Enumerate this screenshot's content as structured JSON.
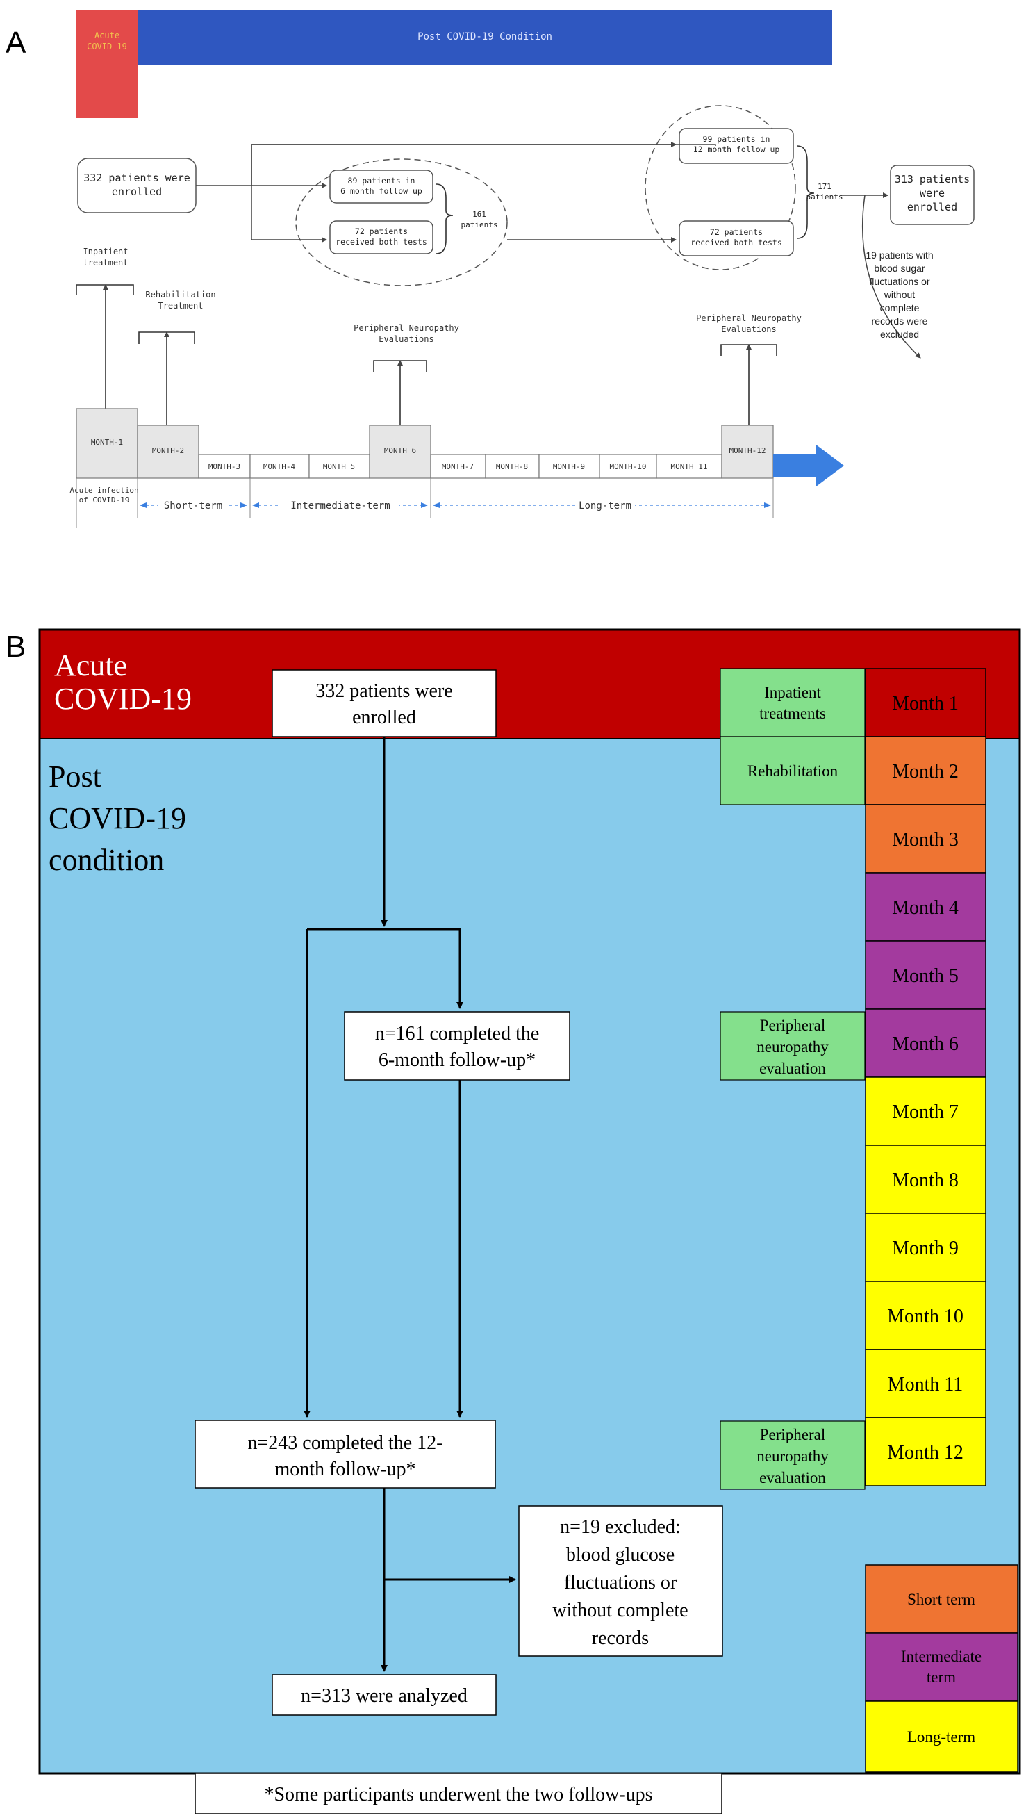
{
  "panel_a": {
    "label": "A",
    "acute_label": "Acute\nCOVID-19",
    "post_label": "Post COVID-19 Condition",
    "enrolled": "332 patients were\nenrolled",
    "six_month_followup": "89 patients in\n6 month follow up",
    "six_month_both": "72 patients\nreceived both tests",
    "six_month_total": "161\npatients",
    "twelve_month_followup": "99 patients in\n12 month follow up",
    "twelve_month_both": "72 patients\nreceived both tests",
    "twelve_month_total": "171\npatients",
    "final_enrolled": "313 patients\nwere\nenrolled",
    "excluded": "19 patients with\nblood sugar\nfluctuations or\nwithout\ncomplete\nrecords were\nexcluded",
    "annotations": {
      "inpatient": "Inpatient\ntreatment",
      "rehab": "Rehabilitation\nTreatment",
      "pn_6": "Peripheral Neuropathy\nEvaluations",
      "pn_12": "Peripheral Neuropathy\nEvaluations"
    },
    "months": [
      "MONTH-1",
      "MONTH-2",
      "MONTH-3",
      "MONTH-4",
      "MONTH 5",
      "MONTH 6",
      "MONTH-7",
      "MONTH-8",
      "MONTH-9",
      "MONTH-10",
      "MONTH 11",
      "MONTH-12"
    ],
    "acute_infection": "Acute infection\nof COVID-19",
    "terms": {
      "short": "Short-term",
      "intermediate": "Intermediate-term",
      "long": "Long-term"
    },
    "colors": {
      "acute": "#e34a4a",
      "post": "#2f57c0",
      "acute_text": "#f2c14e",
      "arrow": "#3a7fe0"
    }
  },
  "panel_b": {
    "label": "B",
    "acute_title": "Acute\nCOVID-19",
    "post_title": "Post\nCOVID-19\ncondition",
    "enrolled": "332 patients were\nenrolled",
    "six_month": "n=161 completed the\n6-month follow-up*",
    "twelve_month": "n=243 completed the 12-\nmonth follow-up*",
    "excluded": "n=19 excluded:\nblood glucose\nfluctuations or\nwithout complete\nrecords",
    "analyzed": "n=313 were analyzed",
    "footnote": "*Some participants underwent the two follow-ups",
    "activities": {
      "inpatient": "Inpatient\ntreatments",
      "rehab": "Rehabilitation",
      "pn_6": "Peripheral\nneuropathy\nevaluation",
      "pn_12": "Peripheral\nneuropathy\nevaluation"
    },
    "months": [
      "Month 1",
      "Month 2",
      "Month 3",
      "Month 4",
      "Month 5",
      "Month 6",
      "Month 7",
      "Month 8",
      "Month 9",
      "Month 10",
      "Month 11",
      "Month 12"
    ],
    "legend": {
      "short": "Short term",
      "intermediate": "Intermediate\nterm",
      "long": "Long-term"
    },
    "colors": {
      "acute": "#c00000",
      "post": "#87cbeb",
      "activity": "#84e08c",
      "short": "#ef7432",
      "intermediate": "#a33a9e",
      "long": "#ffff00"
    }
  }
}
